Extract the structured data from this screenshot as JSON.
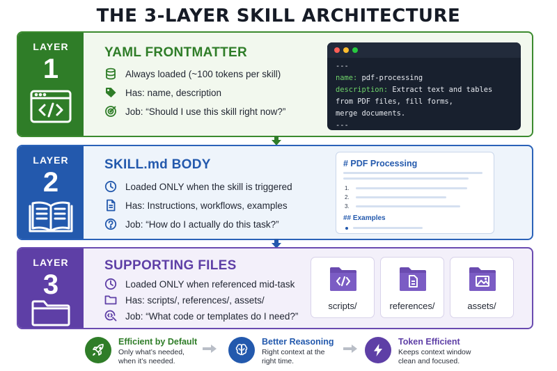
{
  "title": "THE 3-LAYER SKILL ARCHITECTURE",
  "colors": {
    "green": "#2f7d28",
    "blue": "#2359ad",
    "purple": "#5e3fa6"
  },
  "layers": [
    {
      "label": "LAYER",
      "number": "1",
      "icon": "code-window-icon",
      "heading": "YAML FRONTMATTER",
      "bullets": [
        {
          "icon": "database-icon",
          "text": "Always loaded (~100 tokens per skill)"
        },
        {
          "icon": "tag-icon",
          "text": "Has: name, description"
        },
        {
          "icon": "target-icon",
          "text": "Job: “Should I use this skill right now?”"
        }
      ],
      "code": {
        "sep_top": "---",
        "name_key": "name:",
        "name_value": " pdf-processing",
        "desc_key": "description:",
        "desc_value_1": " Extract text and tables",
        "desc_value_2": "from PDF files, fill forms,",
        "desc_value_3": "merge documents.",
        "sep_bottom": "---"
      }
    },
    {
      "label": "LAYER",
      "number": "2",
      "icon": "open-book-icon",
      "heading": "SKILL.md BODY",
      "bullets": [
        {
          "icon": "clock-icon",
          "text": "Loaded ONLY when the skill is triggered"
        },
        {
          "icon": "document-icon",
          "text": "Has: Instructions, workflows, examples"
        },
        {
          "icon": "question-icon",
          "text": "Job: “How do I actually do this task?”"
        }
      ],
      "markdown": {
        "h1": "# PDF Processing",
        "items": [
          "1.",
          "2.",
          "3."
        ],
        "h2": "## Examples"
      }
    },
    {
      "label": "LAYER",
      "number": "3",
      "icon": "folder-icon",
      "heading": "SUPPORTING FILES",
      "bullets": [
        {
          "icon": "clock-icon",
          "text": "Loaded ONLY when referenced mid-task"
        },
        {
          "icon": "folder-outline-icon",
          "text": "Has: scripts/, references/, assets/"
        },
        {
          "icon": "search-code-icon",
          "text": "Job: “What code or templates do I need?”"
        }
      ],
      "files": [
        {
          "icon": "code-folder-icon",
          "label": "scripts/"
        },
        {
          "icon": "document-folder-icon",
          "label": "references/"
        },
        {
          "icon": "image-folder-icon",
          "label": "assets/"
        }
      ]
    }
  ],
  "benefits": [
    {
      "icon": "rocket-icon",
      "title": "Efficient by Default",
      "desc": "Only what’s needed, when it’s needed.",
      "color": "#2f7d28"
    },
    {
      "icon": "brain-icon",
      "title": "Better Reasoning",
      "desc": "Right context at the right time.",
      "color": "#2359ad"
    },
    {
      "icon": "lightning-icon",
      "title": "Token Efficient",
      "desc": "Keeps context window clean and focused.",
      "color": "#5e3fa6"
    }
  ]
}
